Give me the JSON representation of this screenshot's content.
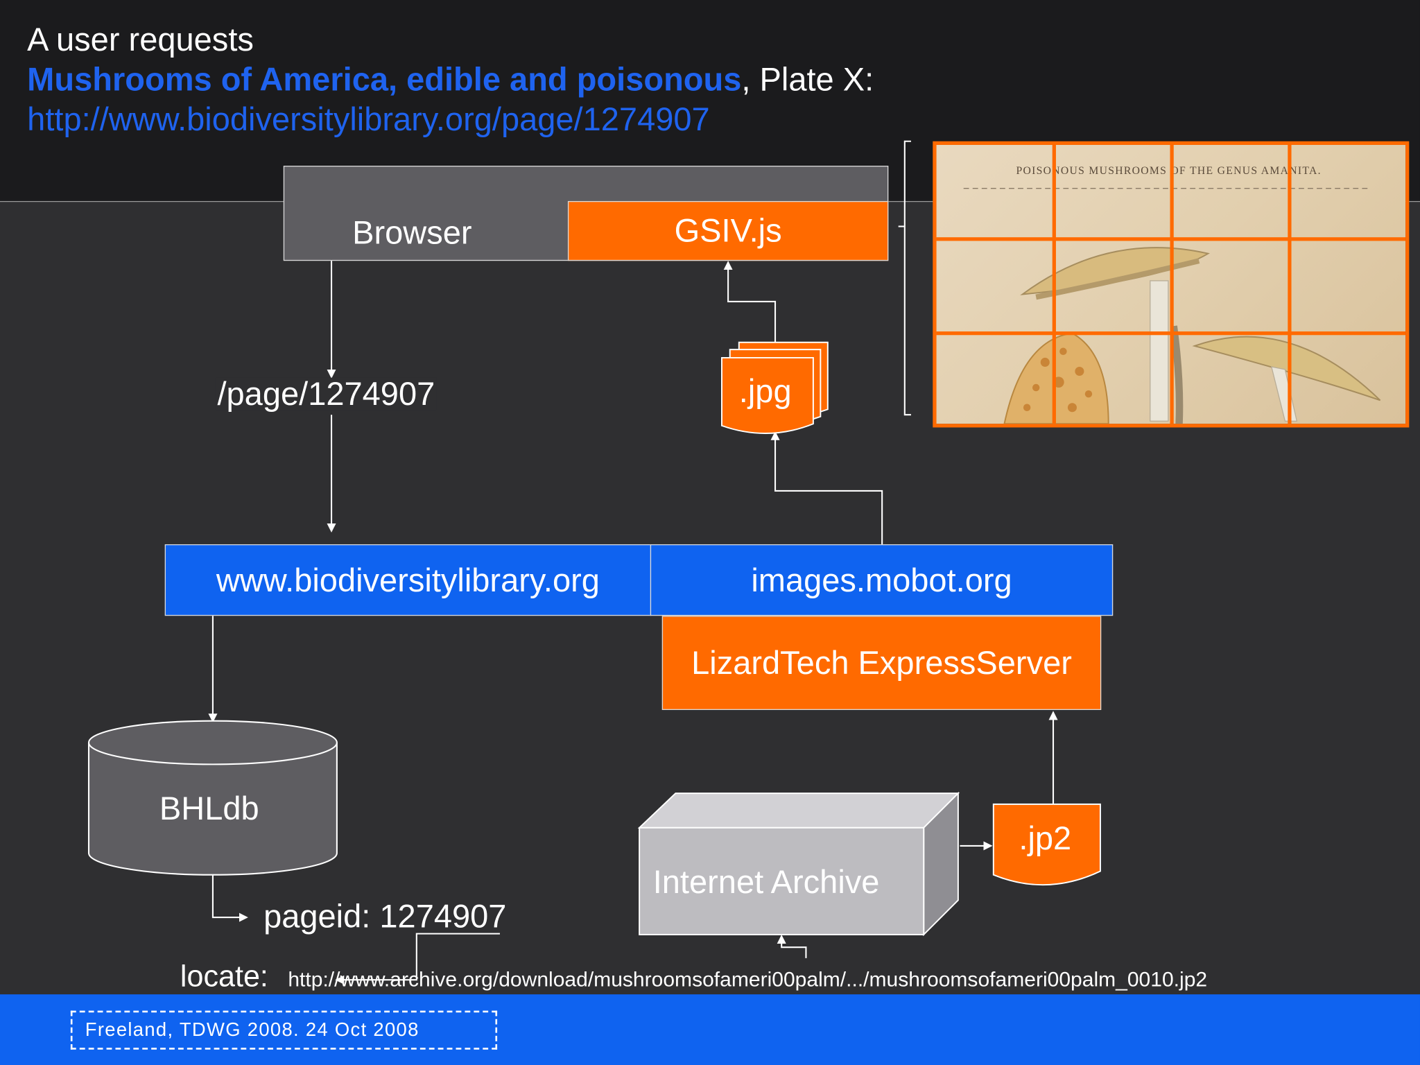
{
  "header": {
    "line1": "A user requests",
    "book_title": "Mushrooms of America, edible and poisonous",
    "plate": ", Plate X:",
    "url": "http://www.biodiversitylibrary.org/page/1274907"
  },
  "diagram": {
    "browser": "Browser",
    "gsiv": "GSIV.js",
    "page_path": "/page/1274907",
    "jpg": ".jpg",
    "bhl_site": "www.biodiversitylibrary.org",
    "images_site": "images.mobot.org",
    "lizardtech": "LizardTech ExpressServer",
    "bhldb": "BHLdb",
    "pageid": "pageid: 1274907",
    "internet_archive": "Internet Archive",
    "jp2": ".jp2",
    "locate_label": "locate:",
    "locate_url": "http://www.archive.org/download/mushroomsofameri00palm/.../mushroomsofameri00palm_0010.jp2"
  },
  "plate_caption": "POISONOUS MUSHROOMS OF THE GENUS AMANITA.",
  "footer": {
    "citation": "Freeland, TDWG 2008.  24 Oct 2008"
  },
  "colors": {
    "accent_orange": "#ff6a00",
    "accent_blue": "#0f63f0",
    "dark_gray_box": "#5e5d61",
    "light_gray_box": "#bdbcc0"
  }
}
